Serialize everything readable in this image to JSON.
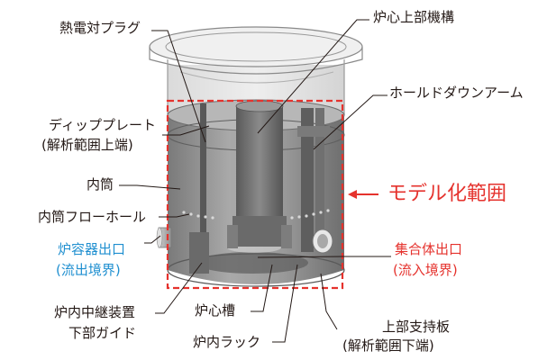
{
  "labels": {
    "thermocouple_plug": "熱電対プラグ",
    "upper_core_structure": "炉心上部機構",
    "hold_down_arm": "ホールドダウンアーム",
    "dip_plate": "ディッププレート",
    "dip_plate_note": "(解析範囲上端)",
    "inner_barrel": "内筒",
    "inner_barrel_flow_hole": "内筒フローホール",
    "vessel_outlet": "炉容器出口",
    "vessel_outlet_note": "(流出境界)",
    "in_vessel_transfer_guide_1": "炉内中継装置",
    "in_vessel_transfer_guide_2": "下部ガイド",
    "core_barrel": "炉心槽",
    "in_vessel_rack": "炉内ラック",
    "upper_support_plate": "上部支持板",
    "upper_support_plate_note": "(解析範囲下端)",
    "assembly_outlet": "集合体出口",
    "assembly_outlet_note": "(流入境界)",
    "model_scope": "モデル化範囲"
  },
  "colors": {
    "text": "#231815",
    "boundary_outflow": "#1f8fd0",
    "model_scope": "#e5322d",
    "vessel_body": "#8c8c8c",
    "vessel_line": "#6f6f6f"
  }
}
